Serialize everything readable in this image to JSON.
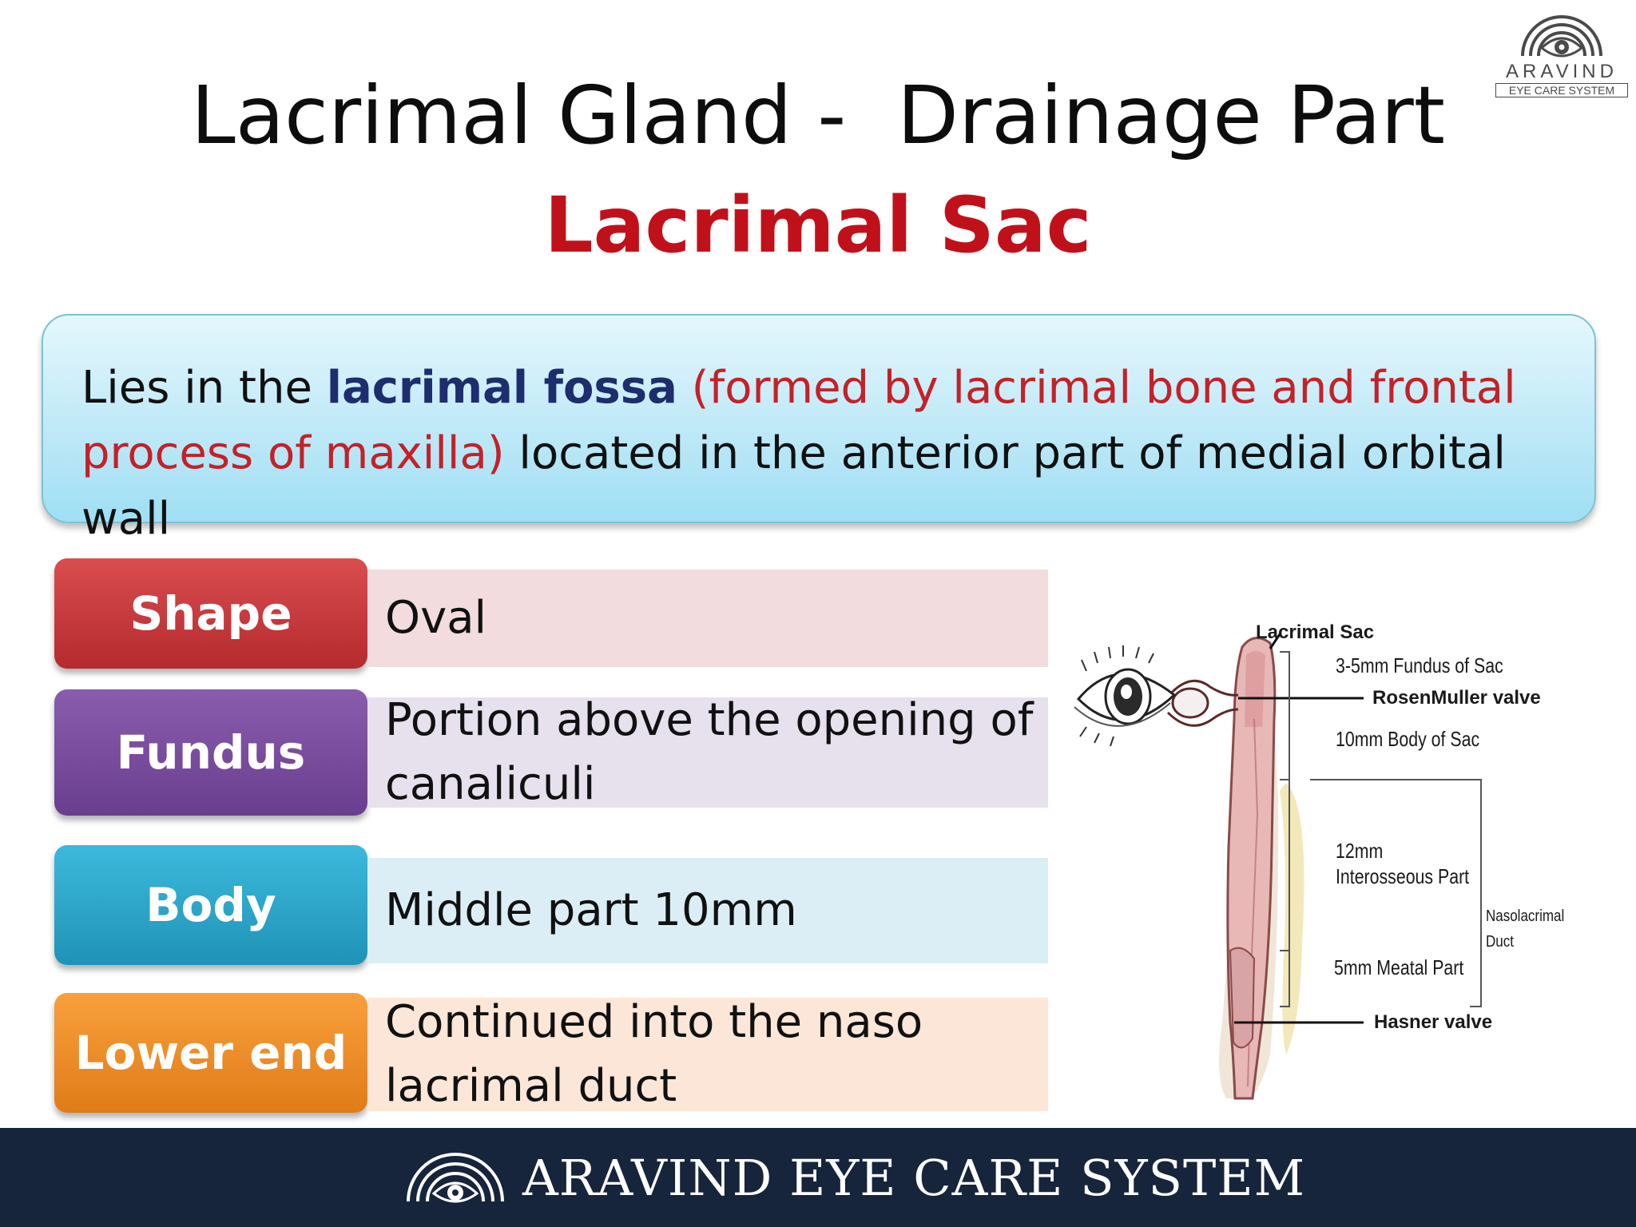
{
  "title": {
    "line1": "Lacrimal Gland -  Drainage Part",
    "line2": "Lacrimal Sac"
  },
  "logo_top": {
    "name": "ARAVIND",
    "subtitle": "EYE CARE SYSTEM"
  },
  "info": {
    "part1": "Lies in the ",
    "part2": "lacrimal fossa",
    "part3": " (formed by lacrimal bone and frontal process of maxilla)",
    "part4": " located in the anterior part of medial orbital wall"
  },
  "rows": [
    {
      "label": "Shape",
      "text": "Oval",
      "color": "#c63a3d"
    },
    {
      "label": "Fundus",
      "text": "Portion above the opening of canaliculi",
      "color": "#7a4c9e"
    },
    {
      "label": "Body",
      "text": "Middle part 10mm",
      "color": "#2ea7cb"
    },
    {
      "label": "Lower end",
      "text": "Continued into the naso lacrimal duct",
      "color": "#ee8e28"
    }
  ],
  "diagram": {
    "lacrimal_sac": "Lacrimal Sac",
    "fundus": "3-5mm Fundus of Sac",
    "rosenmuller": "RosenMuller valve",
    "body": "10mm Body of Sac",
    "interosseous_1": "12mm",
    "interosseous_2": "Interosseous Part",
    "nasolacrimal_1": "Nasolacrimal",
    "nasolacrimal_2": "Duct",
    "meatal": "5mm Meatal Part",
    "hasner": "Hasner valve"
  },
  "footer": {
    "brand": "ARAVIND EYE CARE SYSTEM"
  },
  "colors": {
    "title_red": "#c0111b",
    "fossa_blue": "#1d2d6e",
    "paren_red": "#c42128",
    "footer_bg": "#16243c"
  }
}
